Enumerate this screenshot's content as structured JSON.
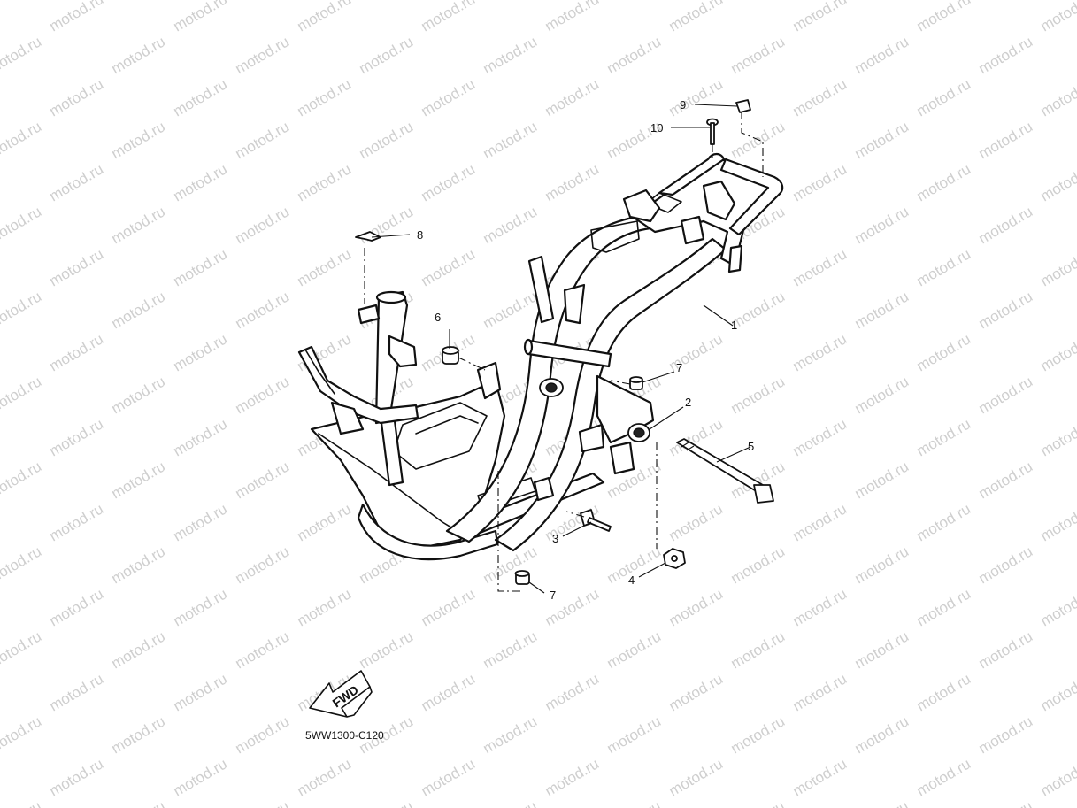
{
  "watermark": "motod.ru",
  "diagram_code": "5WW1300-C120",
  "fwd_label": "FWD",
  "callouts": {
    "c1": "1",
    "c2": "2",
    "c3": "3",
    "c4": "4",
    "c5": "5",
    "c6": "6",
    "c7a": "7",
    "c7b": "7",
    "c8": "8",
    "c9": "9",
    "c10": "10"
  }
}
